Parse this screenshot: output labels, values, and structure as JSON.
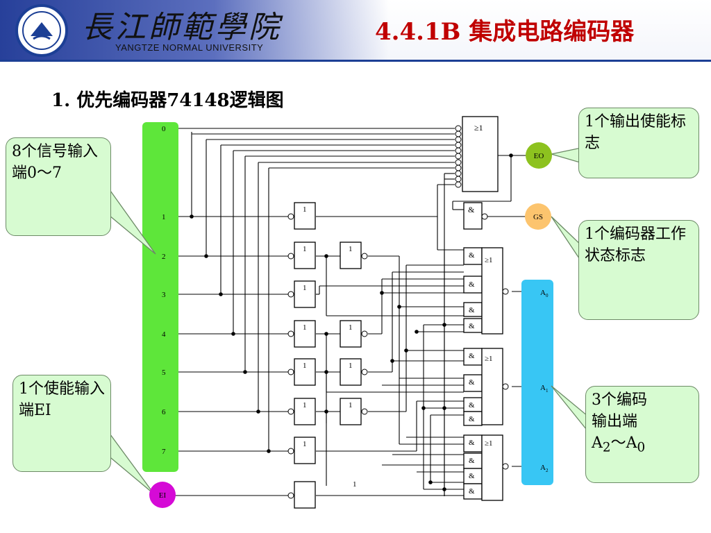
{
  "header": {
    "school_cn": "長江師範學院",
    "school_en": "YANGTZE NORMAL UNIVERSITY",
    "slide_title": "4.4.1B  集成电路编码器"
  },
  "section_heading": "1. 优先编码器74148逻辑图",
  "callouts": {
    "inputs": "8个信号输入端0～7",
    "enable_in": "1个使能输入端EI",
    "eo": "1个输出使能标志",
    "gs": "1个编码器工作状态标志",
    "outputs_line1": "3个编码",
    "outputs_line2": "输出端",
    "outputs_a": "A",
    "outputs_sub2": "2",
    "outputs_tilde": "～A",
    "outputs_sub0": "0"
  },
  "diagram": {
    "input_labels": [
      "0",
      "1",
      "2",
      "3",
      "4",
      "5",
      "6",
      "7"
    ],
    "ei_label": "EI",
    "eo_label": "EO",
    "gs_label": "GS",
    "output_labels": [
      "A",
      "A",
      "A"
    ],
    "output_subs": [
      "0",
      "1",
      "2"
    ],
    "not_symbol": "1",
    "and_symbol": "&",
    "or_symbol": "≥1",
    "ei_buffer_label": "1"
  },
  "colors": {
    "input_bar": "#5ee63a",
    "output_bar": "#38c6f4",
    "eo_circle": "#8dc21f",
    "gs_circle": "#fcc46e",
    "ei_circle": "#d50ad6",
    "title_red": "#c00000",
    "callout_fill": "#d7fbd1",
    "header_blue": "#1c3f95"
  }
}
